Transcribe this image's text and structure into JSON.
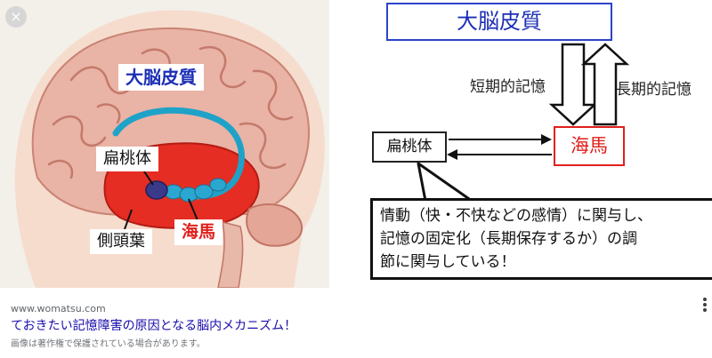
{
  "close_button": {
    "symbol": "×"
  },
  "illustration": {
    "labels": {
      "cortex": "大脳皮質",
      "amygdala": "扁桃体",
      "hippocampus": "海馬",
      "temporal_lobe": "側頭葉"
    }
  },
  "diagram": {
    "cortex_box": "大脳皮質",
    "amygdala_box": "扁桃体",
    "hippocampus_box": "海馬",
    "short_term_label": "短期的記憶",
    "long_term_label": "長期的記憶",
    "note_lines": [
      "情動（快・不快などの感情）に関与し、",
      "記憶の固定化（長期保存するか）の調",
      "節に関与している！"
    ]
  },
  "caption": {
    "source": "www.womatsu.com",
    "title": "ておきたい記憶障害の原因となる脳内メカニズム！",
    "copyright": "画像は著作権で保護されている場合があります。"
  },
  "colors": {
    "cortex_blue": "#1c2fb5",
    "hippocampus_red": "#e0201c",
    "brain_pink": "#e9b3a6",
    "temporal_red": "#e52d23",
    "link_blue": "#1a0dab"
  }
}
